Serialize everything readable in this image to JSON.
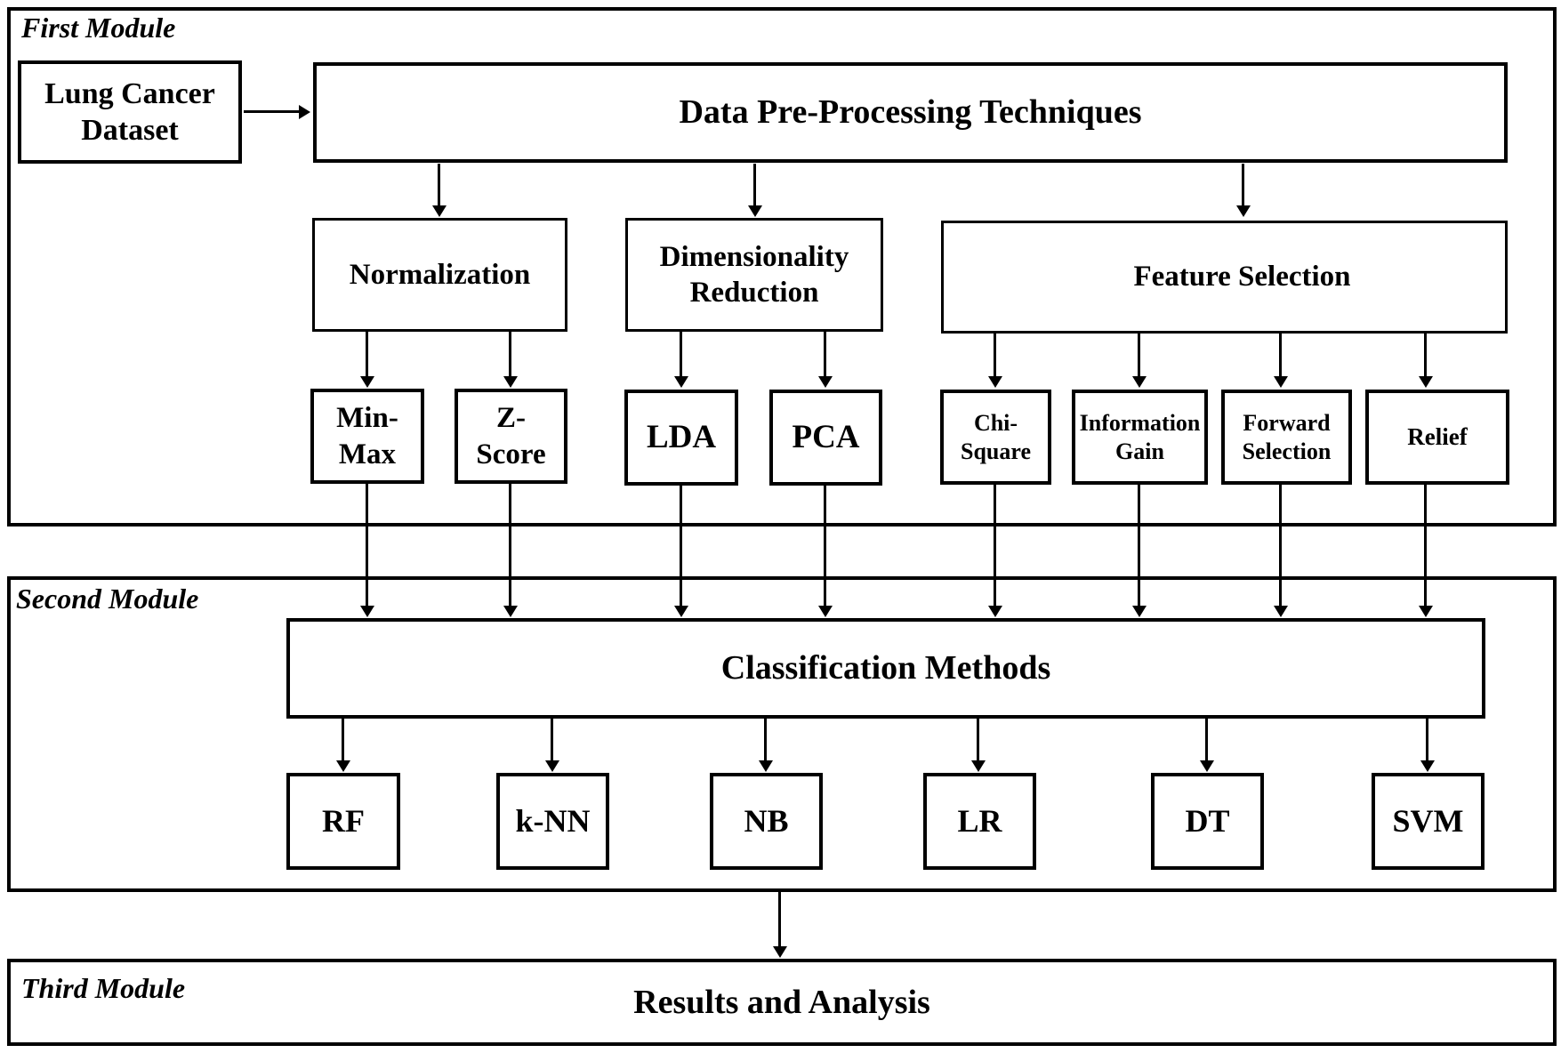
{
  "module1": {
    "label": "First Module",
    "boxes": {
      "dataset": "Lung Cancer\nDataset",
      "preprocessing": "Data Pre-Processing Techniques",
      "normalization": "Normalization",
      "dimensionality_reduction": "Dimensionality\nReduction",
      "feature_selection": "Feature Selection",
      "min_max": "Min-\nMax",
      "z_score": "Z-\nScore",
      "lda": "LDA",
      "pca": "PCA",
      "chi_square": "Chi-\nSquare",
      "information_gain": "Information\nGain",
      "forward_selection": "Forward\nSelection",
      "relief": "Relief"
    }
  },
  "module2": {
    "label": "Second Module",
    "boxes": {
      "classification": "Classification Methods",
      "rf": "RF",
      "knn": "k-NN",
      "nb": "NB",
      "lr": "LR",
      "dt": "DT",
      "svm": "SVM"
    }
  },
  "module3": {
    "label": "Third Module",
    "boxes": {
      "results": "Results and Analysis"
    }
  },
  "colors": {
    "line": "#000000",
    "background": "#ffffff"
  }
}
